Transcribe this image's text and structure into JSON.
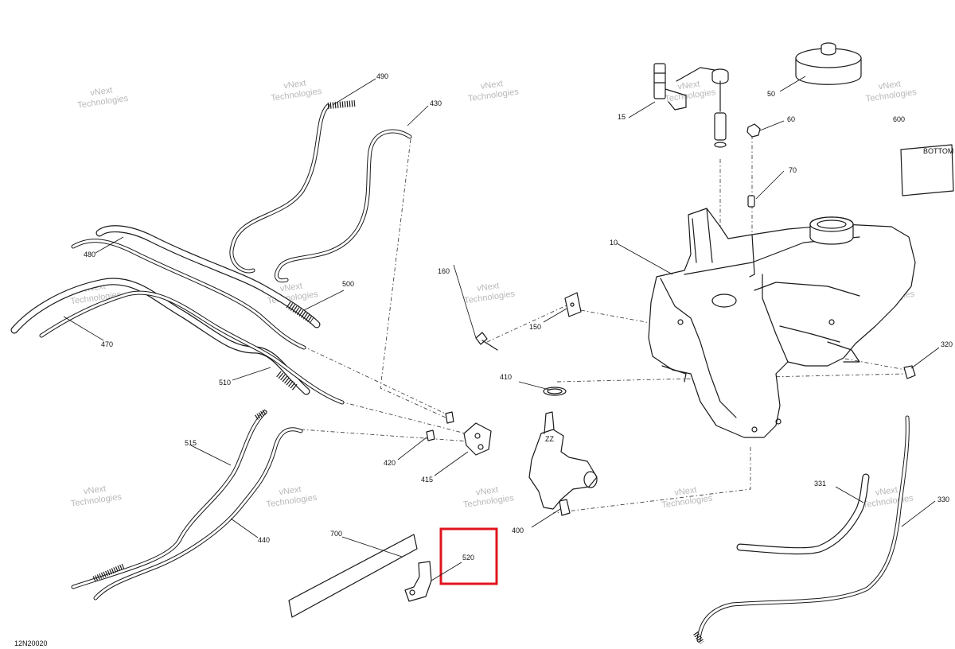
{
  "diagram_id": "12N20020",
  "watermark": {
    "line1": "vNext",
    "line2": "Technologies"
  },
  "highlight_color": "#e0141e",
  "callouts": {
    "c490": "490",
    "c430": "430",
    "c480": "480",
    "c500": "500",
    "c470": "470",
    "c510": "510",
    "c515": "515",
    "c440": "440",
    "c700": "700",
    "c520": "520",
    "c160": "160",
    "c150": "150",
    "c410": "410",
    "c420": "420",
    "c415": "415",
    "c400": "400",
    "c15": "15",
    "c50": "50",
    "c60": "60",
    "c70": "70",
    "c600": "600",
    "c10": "10",
    "c320": "320",
    "c331": "331",
    "c330": "330"
  },
  "decal_text": "BOTTOM",
  "pump_mark": "ZZ"
}
